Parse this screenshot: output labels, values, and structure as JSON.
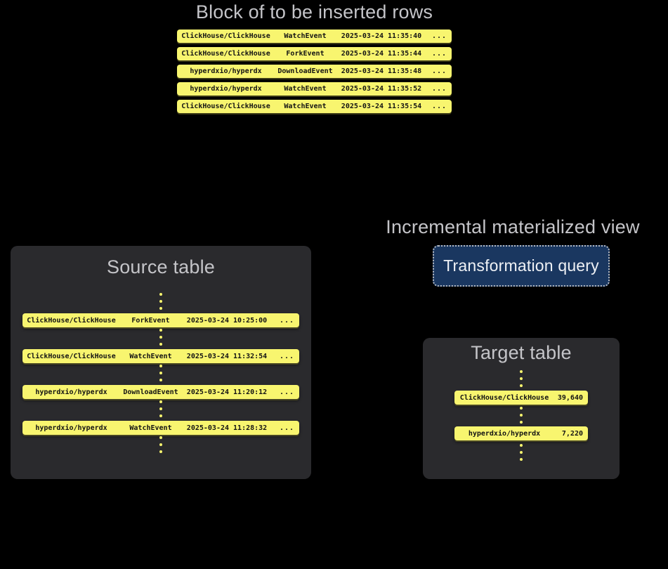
{
  "colors": {
    "yellow": "#f8f56f",
    "panel": "#2a2a2d",
    "title_gray": "#c4c4c8",
    "button_blue": "#1a3760",
    "button_border": "#b7bcc4",
    "button_text": "#eef1f5",
    "row_text": "#131313",
    "bg": "#000000"
  },
  "insert_block": {
    "title": "Block of to be inserted rows",
    "rows": [
      {
        "repo": "ClickHouse/ClickHouse",
        "event": "WatchEvent",
        "timestamp": "2025-03-24 11:35:40",
        "more": "..."
      },
      {
        "repo": "ClickHouse/ClickHouse",
        "event": "ForkEvent",
        "timestamp": "2025-03-24 11:35:44",
        "more": "..."
      },
      {
        "repo": "hyperdxio/hyperdx",
        "event": "DownloadEvent",
        "timestamp": "2025-03-24 11:35:48",
        "more": "..."
      },
      {
        "repo": "hyperdxio/hyperdx",
        "event": "WatchEvent",
        "timestamp": "2025-03-24 11:35:52",
        "more": "..."
      },
      {
        "repo": "ClickHouse/ClickHouse",
        "event": "WatchEvent",
        "timestamp": "2025-03-24 11:35:54",
        "more": "..."
      }
    ]
  },
  "source_table": {
    "title": "Source table",
    "rows": [
      {
        "repo": "ClickHouse/ClickHouse",
        "event": "ForkEvent",
        "timestamp": "2025-03-24 10:25:00",
        "more": "..."
      },
      {
        "repo": "ClickHouse/ClickHouse",
        "event": "WatchEvent",
        "timestamp": "2025-03-24 11:32:54",
        "more": "..."
      },
      {
        "repo": "hyperdxio/hyperdx",
        "event": "DownloadEvent",
        "timestamp": "2025-03-24 11:20:12",
        "more": "..."
      },
      {
        "repo": "hyperdxio/hyperdx",
        "event": "WatchEvent",
        "timestamp": "2025-03-24 11:28:32",
        "more": "..."
      }
    ]
  },
  "materialized_view": {
    "title": "Incremental materialized view",
    "button_label": "Transformation query"
  },
  "target_table": {
    "title": "Target table",
    "rows": [
      {
        "repo": "ClickHouse/ClickHouse",
        "count": "39,640"
      },
      {
        "repo": "hyperdxio/hyperdx",
        "count": "7,220"
      }
    ]
  }
}
